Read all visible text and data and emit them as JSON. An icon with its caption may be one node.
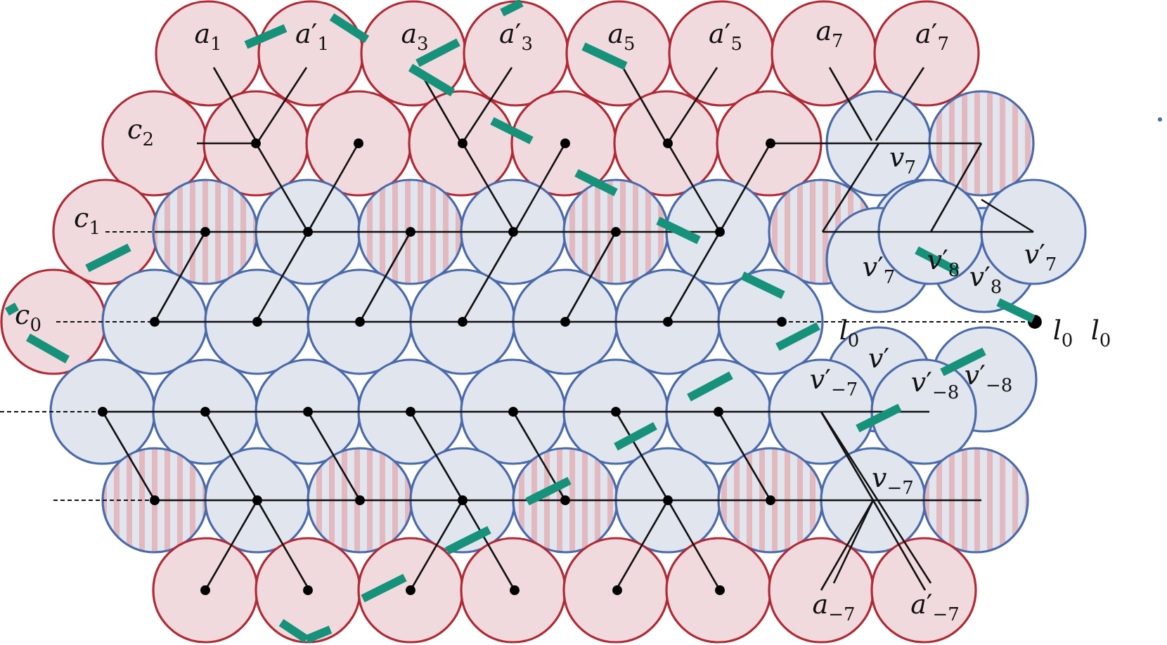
{
  "diagram": {
    "labels": [
      "*a*$_{1}$",
      "*a*′$_{1}$",
      "*a*$_{3}$",
      "*a*′$_{3}$",
      "*a*$_{5}$",
      "*a*′$_{5}$",
      "*a*$_{7}$",
      "*a*′$_{7}$",
      "*c*$_{2}$",
      "*v*$_{7}$",
      "*c*$_{1}$",
      "*v*′$_{7}$",
      "*v*′$_{8}$",
      "*v*′$_{8}$",
      "*v*′$_{7}$",
      "*c*$_{0}$",
      "*l*$_{0}$",
      "*l*$_{0}$",
      "*l*$_{0}$",
      "*v*′$_{−7}$",
      "*v*′",
      "*v*′$_{−8}$",
      "*v*′$_{−8}$",
      "*v*$_{−7}$",
      "*a*$_{−7}$",
      "*a*′$_{−7}$"
    ]
  }
}
